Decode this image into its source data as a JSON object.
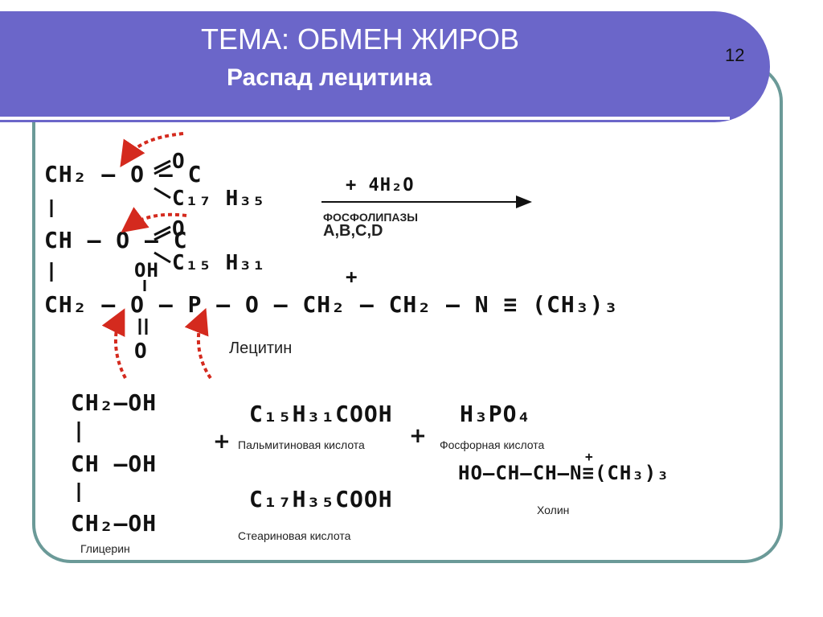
{
  "header": {
    "title": "ТЕМА: ОБМЕН ЖИРОВ",
    "subtitle": "Распад лецитина",
    "page_number": "12"
  },
  "lecithin": {
    "row1": "CH₂ – O – C",
    "row1_o": "O",
    "row1_chain": "C₁₇ H₃₅",
    "row2": "CH – O – C",
    "row2_o": "O",
    "row2_chain": "C₁₅ H₃₁",
    "oh": "OH",
    "row3": "CH₂ – O – P – O – CH₂ – CH₂ – N ≡ (CH₃)₃",
    "plus_charge": "+",
    "bottom_o": "O",
    "name": "Лецитин"
  },
  "reaction": {
    "reagent": "+ 4H₂O",
    "enzyme": "ФОСФОЛИПАЗЫ",
    "enzyme_types": "A,B,C,D"
  },
  "products": {
    "glycerol": {
      "row1": "CH₂–OH",
      "row2": "CH –OH",
      "row3": "CH₂–OH",
      "name": "Глицерин"
    },
    "palmitic": {
      "formula": "C₁₅H₃₁COOH",
      "name": "Пальмитиновая кислота"
    },
    "phosphoric": {
      "formula": "H₃PO₄",
      "name": "Фосфорная кислота"
    },
    "choline": {
      "formula": "HO–CH–CH–N≡(CH₃)₃",
      "charge": "+",
      "name": "Холин"
    },
    "stearic": {
      "formula": "C₁₇H₃₅COOH",
      "name": "Стеариновая кислота"
    },
    "plus_sign": "+"
  },
  "colors": {
    "header": "#6b66c9",
    "frame": "#6b9a98",
    "arrows": "#d42a1e"
  }
}
